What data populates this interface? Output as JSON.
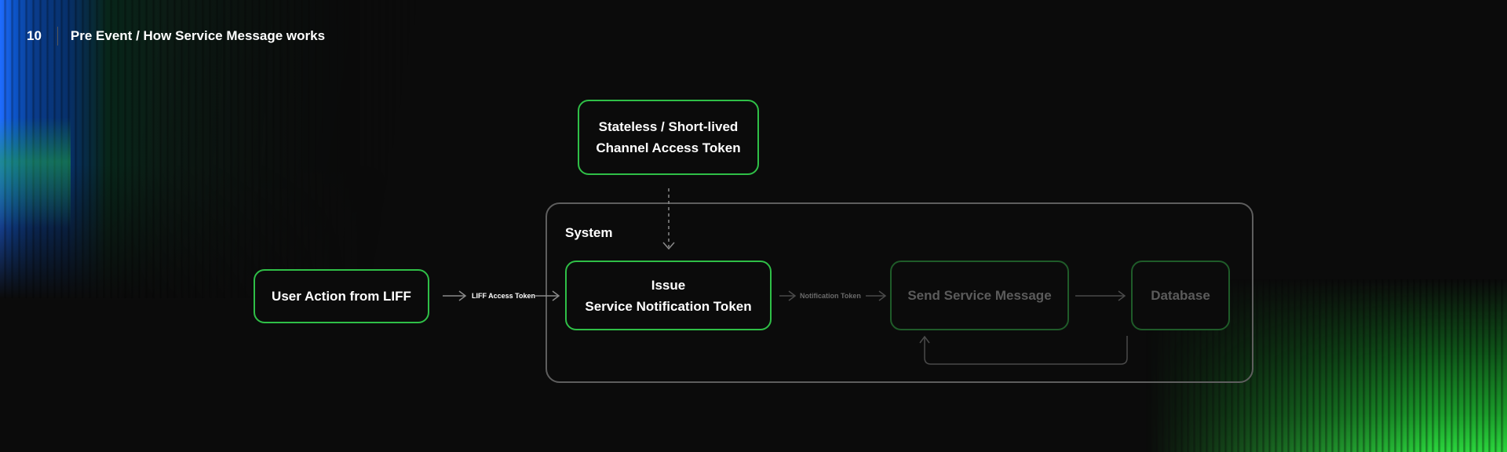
{
  "header": {
    "page_number": "10",
    "title": "Pre Event / How Service Message works"
  },
  "colors": {
    "accent_green": "#2fbf47",
    "dim_green": "#1f5b29",
    "system_border": "#5e5e5e"
  },
  "diagram": {
    "system_label": "System",
    "nodes": {
      "channel_token": {
        "line1": "Stateless / Short-lived",
        "line2": "Channel Access Token"
      },
      "user_action": {
        "label": "User Action from LIFF"
      },
      "issue_token": {
        "line1": "Issue",
        "line2": "Service Notification Token"
      },
      "send_message": {
        "label": "Send Service Message"
      },
      "database": {
        "label": "Database"
      }
    },
    "edge_labels": {
      "liff_access_token": "LIFF Access Token",
      "notification_token": "Notification Token"
    }
  }
}
